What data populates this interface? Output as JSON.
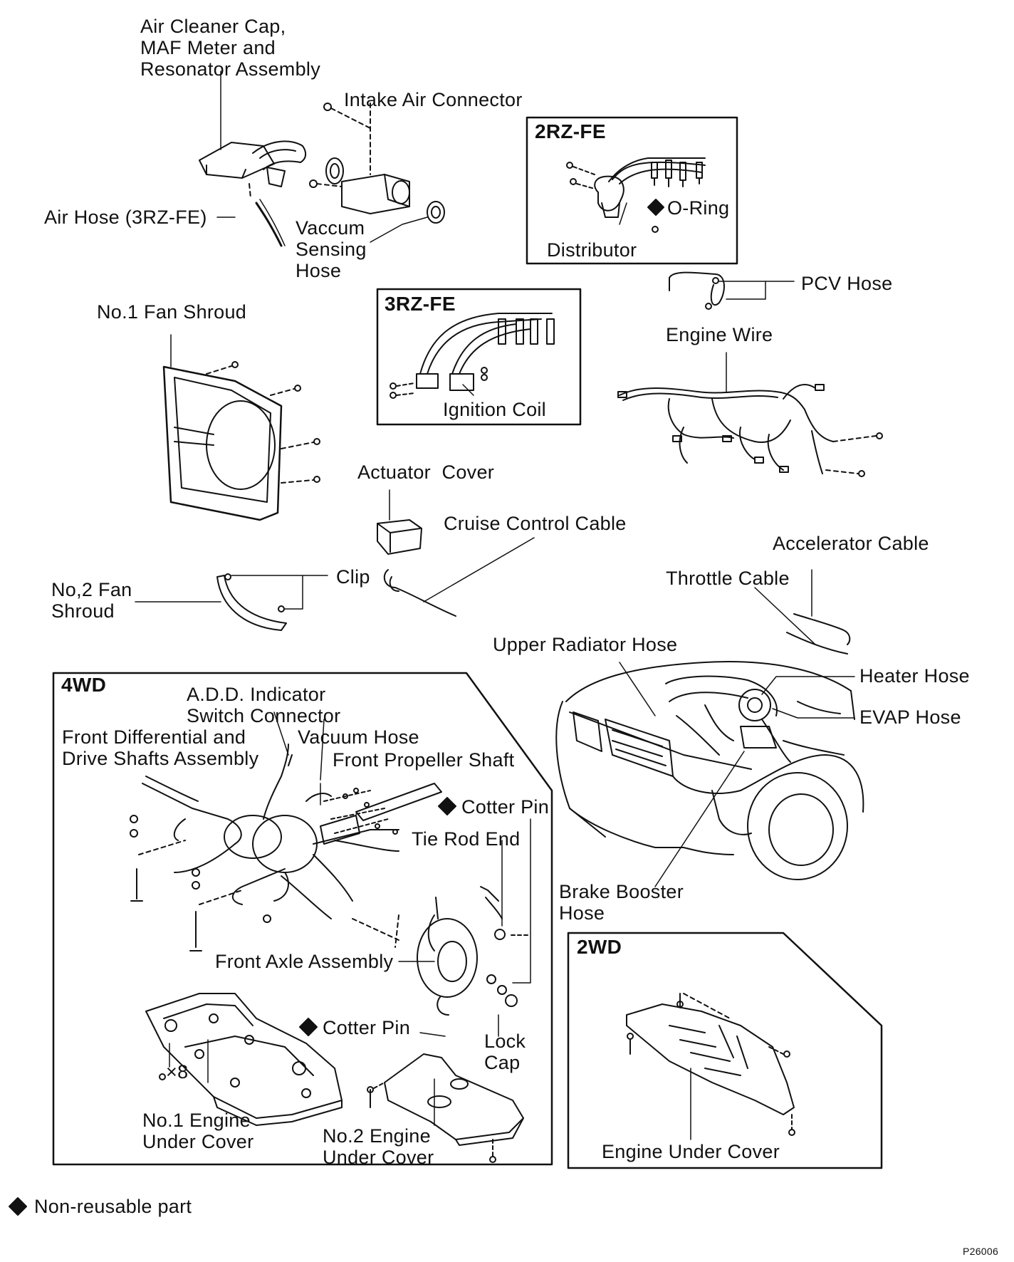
{
  "diagram": {
    "boxes": {
      "box_2rz": "2RZ-FE",
      "box_3rz": "3RZ-FE",
      "box_4wd": "4WD",
      "box_2wd": "2WD"
    },
    "labels": {
      "air_cleaner": "Air Cleaner Cap,\nMAF Meter and\nResonator Assembly",
      "intake_air_connector": "Intake Air Connector",
      "air_hose": "Air Hose (3RZ-FE)",
      "vaccum_sensing_hose": "Vaccum\nSensing\nHose",
      "o_ring": "O-Ring",
      "distributor": "Distributor",
      "pcv_hose": "PCV Hose",
      "engine_wire": "Engine Wire",
      "no1_fan_shroud": "No.1 Fan Shroud",
      "ignition_coil": "Ignition Coil",
      "actuator_cover": "Actuator  Cover",
      "cruise_control_cable": "Cruise Control Cable",
      "accelerator_cable": "Accelerator Cable",
      "throttle_cable": "Throttle Cable",
      "no2_fan_shroud": "No,2 Fan\nShroud",
      "clip": "Clip",
      "upper_radiator_hose": "Upper Radiator Hose",
      "heater_hose": "Heater Hose",
      "evap_hose": "EVAP Hose",
      "add_indicator": "A.D.D. Indicator\nSwitch Connector",
      "front_differential": "Front Differential and\nDrive Shafts Assembly",
      "vacuum_hose": "Vacuum Hose",
      "front_propeller_shaft": "Front Propeller Shaft",
      "cotter_pin_1": "Cotter Pin",
      "tie_rod_end": "Tie Rod End",
      "brake_booster_hose": "Brake Booster\nHose",
      "front_axle_assembly": "Front Axle Assembly",
      "cotter_pin_2": "Cotter Pin",
      "lock_cap": "Lock\nCap",
      "x8": "×8",
      "no1_engine_under_cover": "No.1 Engine\nUnder Cover",
      "no2_engine_under_cover": "No.2 Engine\nUnder Cover",
      "engine_under_cover": "Engine Under Cover",
      "legend": "Non-reusable part",
      "code": "P26006"
    }
  }
}
